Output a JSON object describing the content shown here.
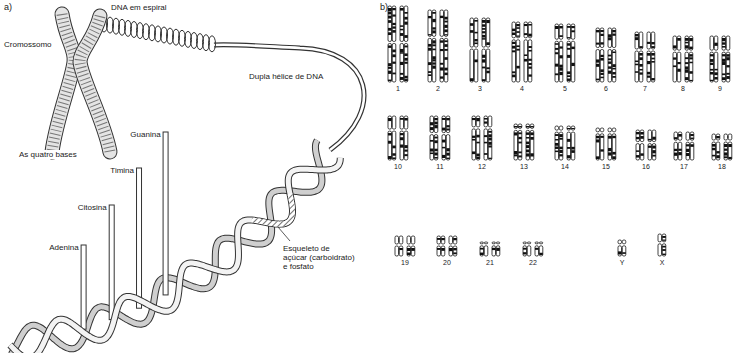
{
  "diagram": {
    "labels": [
      "a)",
      "DNA em espiral",
      "Cromossomo",
      "Dupla hélice de DNA",
      "Guanina",
      "Timina",
      "As quatro bases",
      "Citosina",
      "Adenina",
      "Esqueleto de açúcar (carboidrato) e fosfato",
      "b)",
      "1",
      "2",
      "3",
      "4",
      "5",
      "6",
      "7",
      "8",
      "9",
      "10",
      "11",
      "12",
      "13",
      "14",
      "15",
      "16",
      "17",
      "18",
      "19",
      "20",
      "21",
      "22",
      "Y",
      "X"
    ]
  }
}
